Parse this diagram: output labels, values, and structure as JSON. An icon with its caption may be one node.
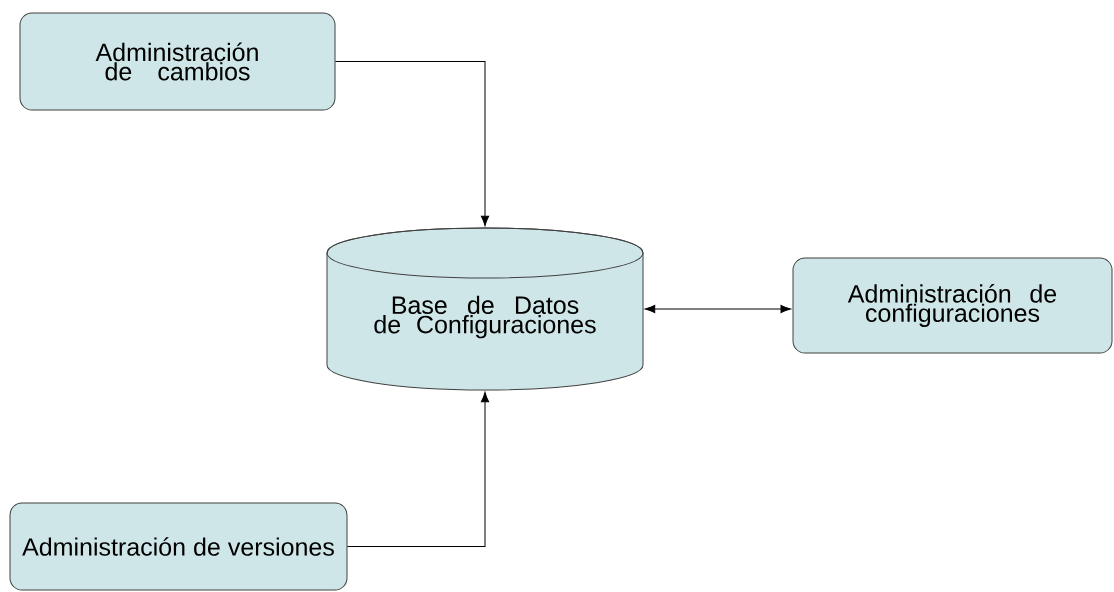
{
  "diagram": {
    "nodes": [
      {
        "text": [
          "Administración de cambios"
        ]
      },
      {
        "text": [
          "Base de Datos de Configuraciones"
        ]
      },
      {
        "text": [
          "Administración de configuraciones"
        ]
      },
      {
        "text": [
          "Administración de versiones"
        ]
      }
    ],
    "edges": [
      {
        "from": 0,
        "to": 1,
        "arrow": "to"
      },
      {
        "from": 1,
        "to": 2,
        "arrow": "both"
      },
      {
        "from": 3,
        "to": 1,
        "arrow": "to"
      }
    ]
  }
}
